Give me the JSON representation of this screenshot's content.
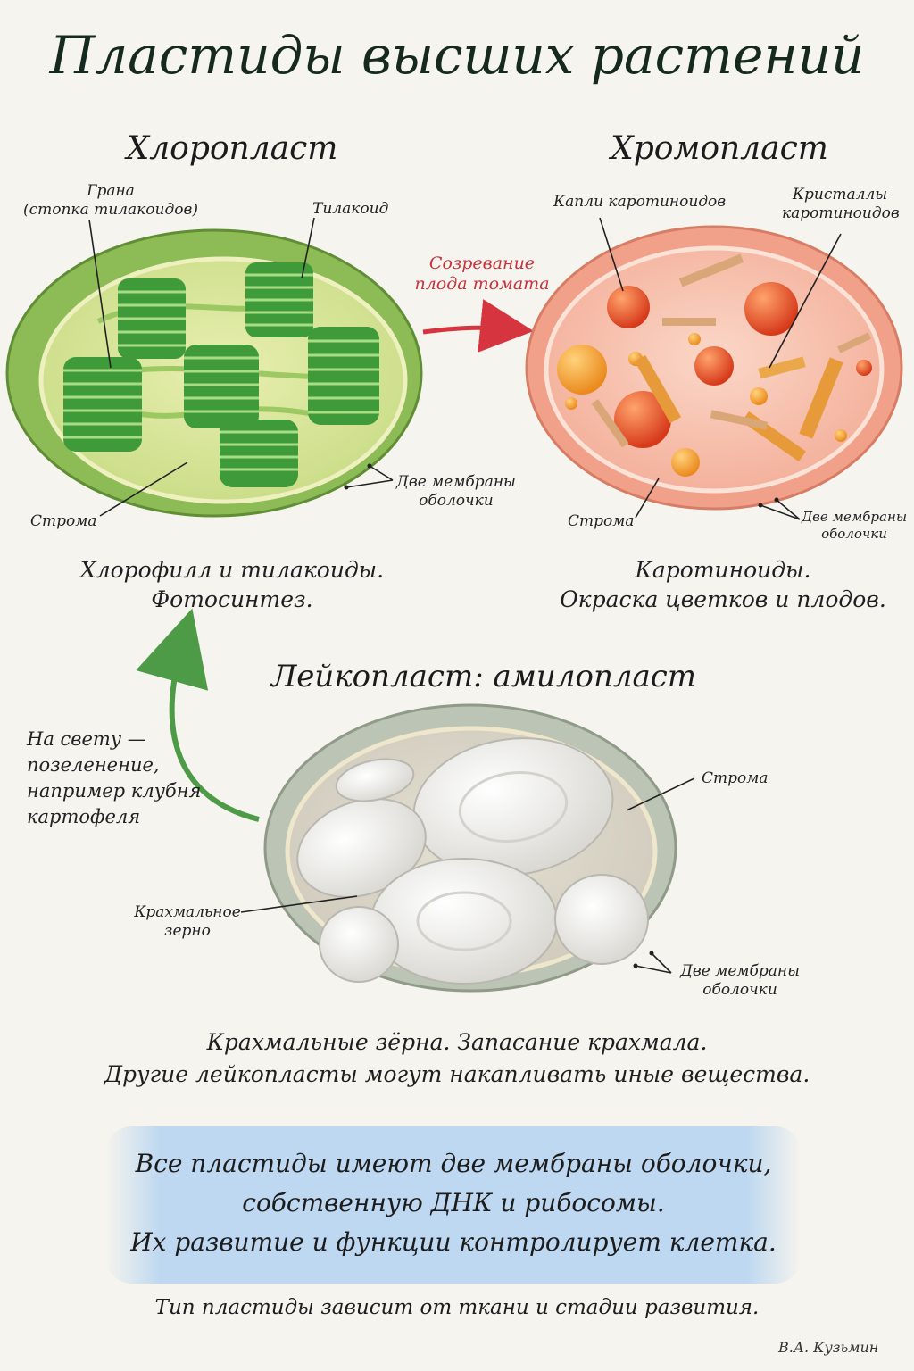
{
  "title": "Пластиды высших растений",
  "chloroplast": {
    "heading": "Хлоропласт",
    "label_grana_1": "Грана",
    "label_grana_2": "(стопка тилакоидов)",
    "label_thylakoid": "Тилакоид",
    "label_stroma": "Строма",
    "label_membranes_1": "Две мембраны",
    "label_membranes_2": "оболочки",
    "caption_1": "Хлорофилл и тилакоиды.",
    "caption_2": "Фотосинтез.",
    "colors": {
      "outer": "#7fb347",
      "inner": "#d9e6a0",
      "grana": "#3f9a3a"
    }
  },
  "chromoplast": {
    "heading": "Хромопласт",
    "label_drops": "Капли каротиноидов",
    "label_crystals_1": "Кристаллы",
    "label_crystals_2": "каротиноидов",
    "label_stroma": "Строма",
    "label_membranes_1": "Две мембраны",
    "label_membranes_2": "оболочки",
    "caption_1": "Каротиноиды.",
    "caption_2": "Окраска цветков и плодов.",
    "colors": {
      "outer": "#f1a08a",
      "inner": "#f6c3b2",
      "drop": "#e2451f",
      "crystal": "#e79a3a"
    }
  },
  "maturation": {
    "line_1": "Созревание",
    "line_2": "плода томата",
    "color": "#d6343f"
  },
  "leucoplast": {
    "heading": "Лейкопласт: амилопласт",
    "label_stroma": "Строма",
    "label_starch_1": "Крахмальное",
    "label_starch_2": "зерно",
    "label_membranes_1": "Две мембраны",
    "label_membranes_2": "оболочки",
    "caption_1": "Крахмальные зёрна. Запасание крахмала.",
    "caption_2": "Другие лейкопласты могут накапливать иные вещества.",
    "colors": {
      "outer": "#b9c2b3",
      "inner": "#d8d5c8",
      "grain": "#ecebe6"
    }
  },
  "greening": {
    "line_1": "На свету —",
    "line_2": "позеленение,",
    "line_3": "например клубня",
    "line_4": "картофеля",
    "color": "#4d9a47"
  },
  "summary": {
    "line_1": "Все пластиды имеют две мембраны оболочки,",
    "line_2": "собственную ДНК и рибосомы.",
    "line_3": "Их развитие и функции контролирует клетка."
  },
  "footnote": "Тип пластиды зависит от ткани и стадии развития.",
  "signature": "В.А. Кузьмин"
}
